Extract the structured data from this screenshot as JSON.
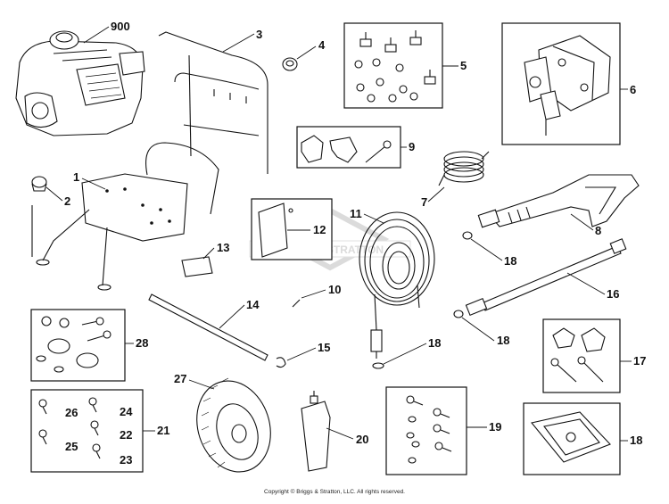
{
  "watermark": "BRIGGS&STRATTON",
  "copyright": "Copyright © Briggs & Stratton, LLC. All rights reserved.",
  "labels": {
    "engine": "900",
    "frame": "1",
    "foot": "2",
    "handle": "3",
    "nut": "4",
    "mount_kit": "5",
    "pump": "6",
    "tube": "7",
    "gun": "8",
    "bracket_kit": "9",
    "pin": "10",
    "hose": "11",
    "decal_12": "12",
    "decal_13": "13",
    "axle": "14",
    "clip": "15",
    "wand": "16",
    "knob_kit": "17",
    "oring_gun": "18",
    "oring_wand": "18",
    "oring_hose": "18",
    "panel": "18",
    "screw_kit": "19",
    "oil": "20",
    "fastener_kit": "21",
    "fastener_22": "22",
    "fastener_23": "23",
    "fastener_24": "24",
    "fastener_25": "25",
    "fastener_26": "26",
    "wheel": "27",
    "isolator_kit": "28"
  }
}
